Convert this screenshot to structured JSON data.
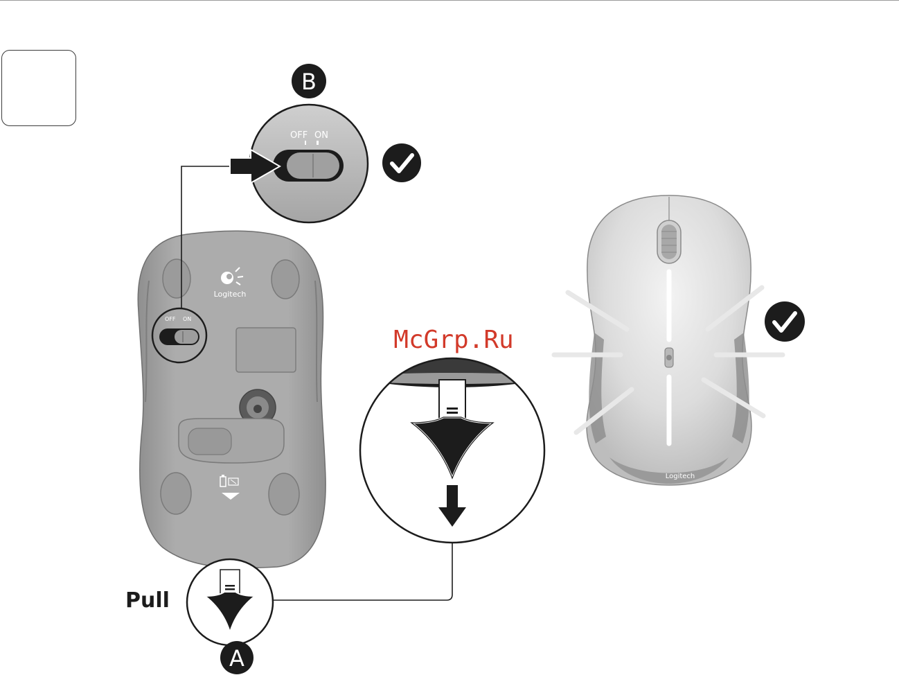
{
  "watermark": "McGrp.Ru",
  "labels": {
    "pull": "Pull",
    "step_a": "A",
    "step_b": "B",
    "switch_off": "OFF",
    "switch_on": "ON",
    "brand": "Logitech",
    "brand_partial": "Logitech"
  },
  "colors": {
    "dark": "#1d1d1d",
    "mouse_gray": "#a9a9a9",
    "mouse_light": "#e2e2e2",
    "watermark": "#d23a2a"
  },
  "icons": [
    "checkmark-icon",
    "logitech-logo-icon",
    "battery-icon",
    "arrow-down-icon",
    "arrow-right-icon",
    "pull-tab-arrow-icon"
  ]
}
